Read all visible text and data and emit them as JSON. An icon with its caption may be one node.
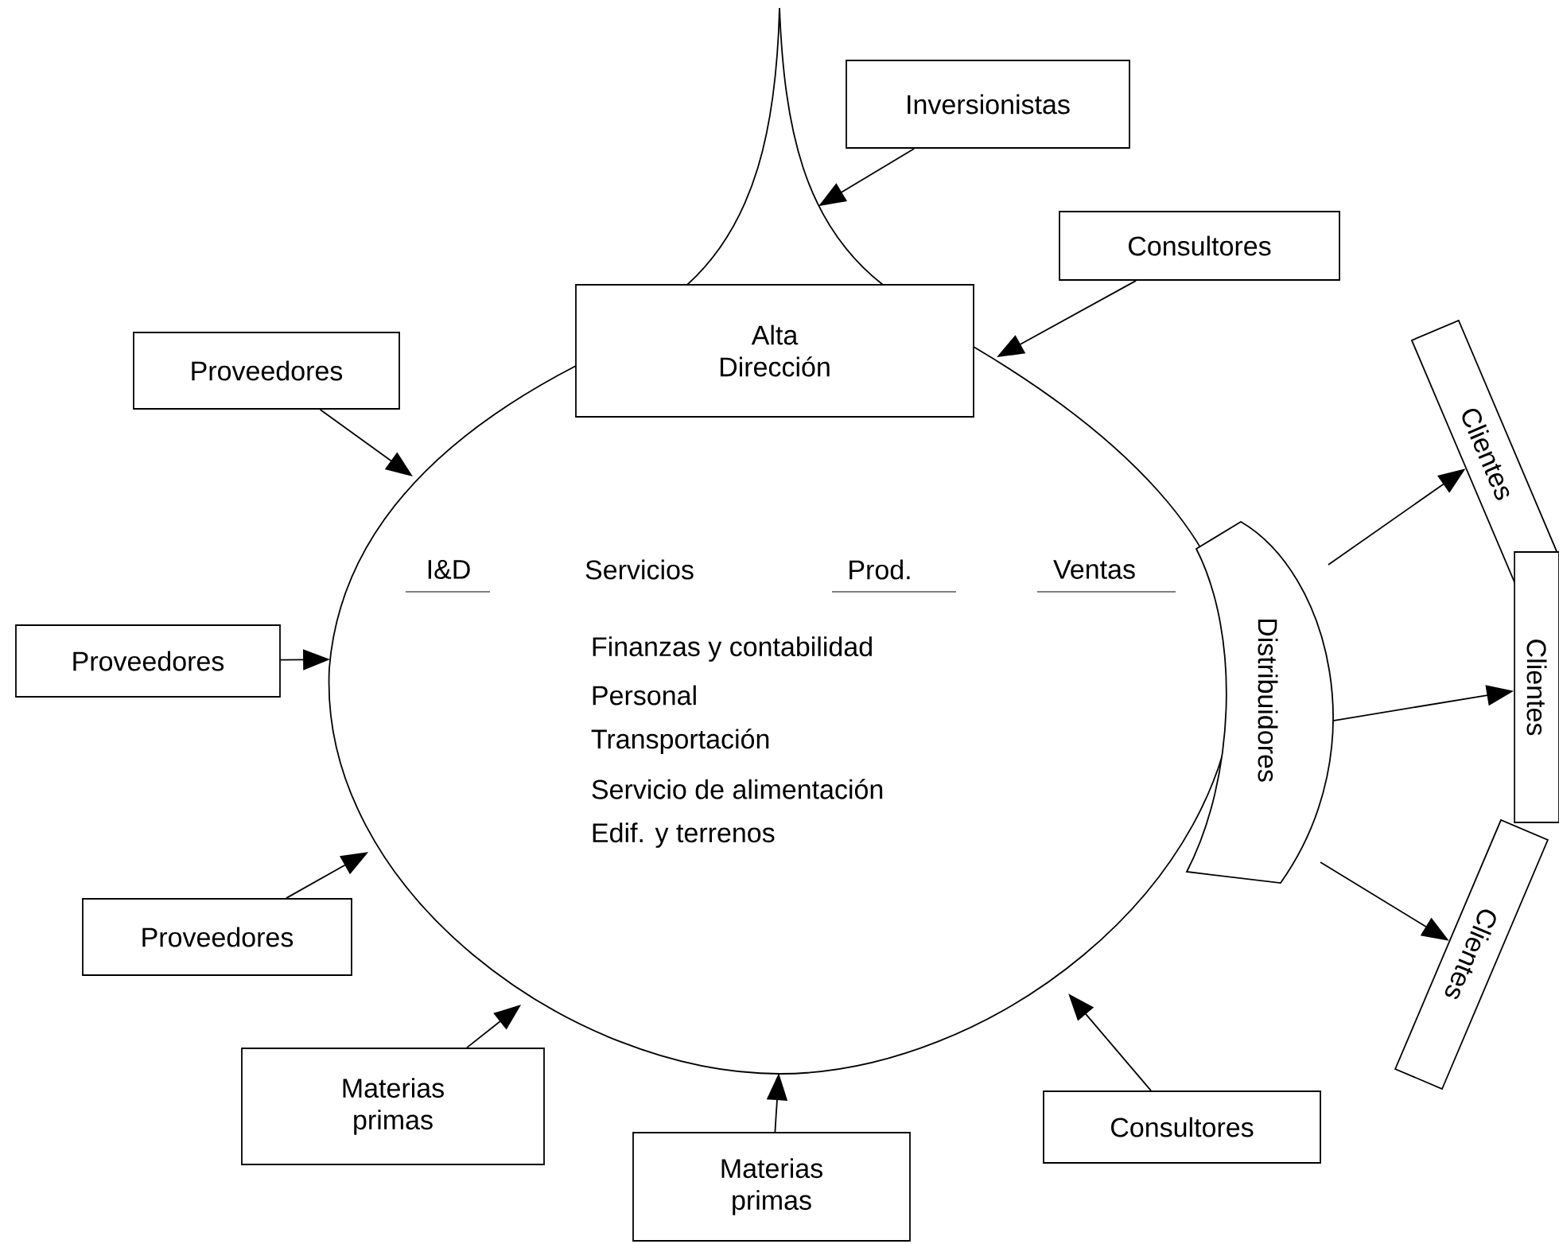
{
  "diagram": {
    "nodes": [
      {
        "text": [
          "I&D",
          "Servicios",
          "Prod.",
          "Ventas",
          "Finanzas y contabilidad",
          "Personal",
          "Transportación",
          "Servicio de alimentación",
          "Edif. y terrenos"
        ]
      },
      {
        "text": [
          "Alta Dirección"
        ]
      },
      {
        "text": [
          "Inversionistas"
        ]
      },
      {
        "text": [
          "Consultores"
        ]
      },
      {
        "text": [
          "Proveedores"
        ]
      },
      {
        "text": [
          "Proveedores"
        ]
      },
      {
        "text": [
          "Proveedores"
        ]
      },
      {
        "text": [
          "Materias primas"
        ]
      },
      {
        "text": [
          "Materias primas"
        ]
      },
      {
        "text": [
          "Consultores"
        ]
      },
      {
        "text": [
          "Distribuidores"
        ]
      },
      {
        "text": [
          "Clientes"
        ]
      },
      {
        "text": [
          "Clientes"
        ]
      },
      {
        "text": [
          "Clientes"
        ]
      },
      {
        "text": [],
        "shape": "funnel"
      }
    ],
    "edges": [
      {
        "from": 2,
        "to": 14,
        "arrow": "to"
      },
      {
        "from": 3,
        "to": 0,
        "arrow": "to"
      },
      {
        "from": 4,
        "to": 0,
        "arrow": "to"
      },
      {
        "from": 5,
        "to": 0,
        "arrow": "to"
      },
      {
        "from": 6,
        "to": 0,
        "arrow": "to"
      },
      {
        "from": 7,
        "to": 0,
        "arrow": "to"
      },
      {
        "from": 8,
        "to": 0,
        "arrow": "to"
      },
      {
        "from": 9,
        "to": 0,
        "arrow": "to"
      },
      {
        "from": 10,
        "to": 11,
        "arrow": "to"
      },
      {
        "from": 10,
        "to": 12,
        "arrow": "to"
      },
      {
        "from": 10,
        "to": 13,
        "arrow": "to"
      }
    ]
  }
}
